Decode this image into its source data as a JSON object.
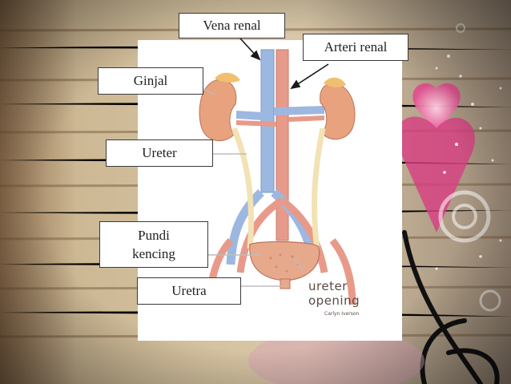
{
  "labels": {
    "vena_renal": "Vena renal",
    "arteri_renal": "Arteri renal",
    "ginjal": "Ginjal",
    "ureter": "Ureter",
    "pundi_kencing_line1": "Pundi",
    "pundi_kencing_line2": "kencing",
    "uretra": "Uretra"
  },
  "figure_caption": {
    "line1": "ureter",
    "line2": "opening",
    "credit": "Carlyn Iverson"
  },
  "colors": {
    "kidney": "#e8a27e",
    "vein": "#9db8e0",
    "artery": "#e89a8a",
    "ureter": "#f2e2b4",
    "bladder": "#e7a98c",
    "wood": "#c9b48e"
  }
}
